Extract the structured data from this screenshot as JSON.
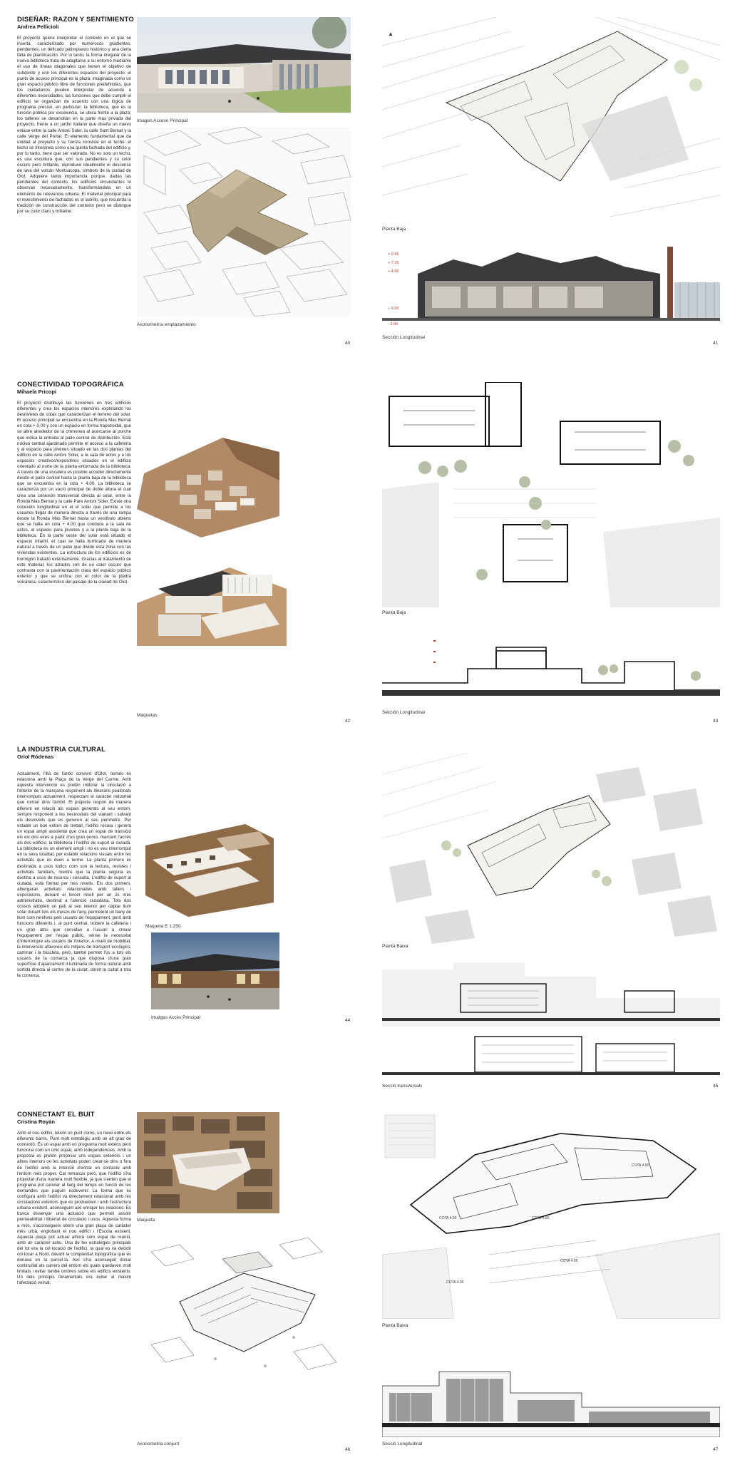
{
  "spreads": [
    {
      "left": {
        "title": "DISEÑAR: RAZON Y SENTIMIENTO",
        "author": "Andrea Pellicioli",
        "body": "El proyecto quiere interpretar el contexto en el que se inserta, caracterizado por numerosos gradientes, pendientes, un delicado palimpsesto histórico y una cierta falta de planificación. Por lo tanto, la forma irregular de la nueva biblioteca trata de adaptarse a su entorno mediante el uso de líneas diagonales que tienen el objetivo de subdividir y unir los diferentes espacios del proyecto: el punto de acceso principal es la plaza, imaginada como un gran espacio público libre de funciones predefinidas, que los ciudadanos pueden interpretar de acuerdo a diferentes necesidades; las funciones que debe cumplir el edificio se organizan de acuerdo con una lógica de programa preciso, en particular: la biblioteca, que es la función pública por excelencia, se ubica frente a la plaza; los talleres se desarrollan en la parte mas privada del proyecto, frente a un jardín italiano que diseña un nuevo enlace entre la calle Antoni Soler, la calle Sant Bernat y la calle Verge del Portal. El elemento fundamental que da unidad al proyecto y su fuerza consiste en el techo: el techo se interpreta como una quinta fachada del edificio y, por lo tanto, tiene que ser valorado. No es solo un techo, es una escultura que, con sus pendientes y su color oscuro pero brillante, reproduce idealmente el descenso de lava del volcán Montsacopa, símbolo de la ciudad de Olot. Adquiere tanta importancia porque, dadas las pendientes del contexto, los edificios circundantes lo observan necesariamente, transformándola en un elemento de relevancia urbana. El material principal para el revestimiento de fachadas es el ladrillo, que recuerda la tradición de construcción del contexto pero se distingue por su color claro y brillante.",
        "captions": [
          "Imagen Acceso Principal",
          "Axonometría emplazamiento"
        ],
        "page": "40"
      },
      "right": {
        "captions": [
          "Planta Baja",
          "Sección Longitudinal"
        ],
        "page": "41",
        "level_labels": [
          "+ 9.45",
          "+ 7.15",
          "+ 4.00",
          "+ 0.00",
          "- 3.00"
        ]
      }
    },
    {
      "left": {
        "title": "CONECTIVIDAD TOPOGRÁFICA",
        "author": "Mihaela  Pricopi",
        "body": "El proyecto distribuye las funciones en tres edificios diferentes y crea los espacios interiores explotando los desniveles de cotas que caracterizan el terreno del solar. El acceso principal se encuentra en la Ronda Mas Bernat en cota + 0.00 y con un espacio en forma trapezoidal, que se abre alrededor de la chimenea al acercarse al porche que indica la entrada al patio central de distribución. Este núcleo central ajardinado permite el acceso a la cafetería y al espacio para jóvenes situado en las dos plantas del edificio en la calle Antoni Soler, a la sala de actos y a los espacios creativos/expositivos situados en el edificio orientado al norte de la planta entornada de la biblioteca. A través de una escalera es posible acceder directamente desde el patio central hasta la planta baja de la biblioteca que se encuentra en la cota + 4.00. La biblioteca se caracteriza por un vacío principal de doble altura el cual crea una conexión transversal directa al solar, entre la Ronda Mas Bernat y la calle Pare Antoni Soler. Existe otra conexión longitudinal en el el solar que permite a los usuarios llegar de manera directa a través de una rampa desde la Ronda Mas Bernat hasta un vestíbulo abierto que se halla en cota + 4.00 que conduce a la sala de actos, al espacio para jóvenes y a la planta baja de la biblioteca. En la parte oeste del solar está situado el espacio infantil, el cual se halla iluminado de manera natural a través de un patio que divide esta zona con las viviendas existentes. La estructura de los edificios es de hormigón tratado externamente. Gracias al tratamiento de este material, los alzados son de un color oscuro que contrasta con la pavimentación clara del espacio público exterior y que se unifica con el color de la piedra volcánica, característico del paisaje de la ciudad de Olot.",
        "captions": [
          "Maquetas"
        ],
        "page": "42"
      },
      "right": {
        "captions": [
          "Planta Baja",
          "Sección Longitudinal"
        ],
        "page": "43"
      }
    },
    {
      "left": {
        "title": "LA INDUSTRIA CULTURAL",
        "author": "Oriol Ródenas",
        "body": "Actualment, l'illa de l'antic convent d'Olot, només es relaciona amb la Plaça de la Verge del Carme. Amb aquesta intervenció es pretén millorar la circulació a l'interior de la mançana responent als itineraris peatonals interromputs actualment, respectant el caràcter industrial que romàn dins l'àmbit. El projecte respon de manera diferent en relació als espais generats al seu entorn, sempre responent a les necessitats del vianant i salvant els desnivells que es generen al seu perímetre. Per establir un bon entorn de treball, l'edifici recula i genera un espai ampli assolellat que crea un espai de transició els eix dos exes a partir d'un gran porxo, marcant l'accés als dos edificis; la biblioteca i l'edifici de suport al ciutadà. La biblioteca és un element ampli i no es veu interromput en la seva totalitat, per establir relacions visuals entre les activitats que es duen a terme. La planta primera és destinada a usos lúdics com son la lectura, revistes i activitats familiars, mentre que la planta segona es destina a usos de recerca i consulta. L'edifici de suport al ciutadà, està format per tres nivells. Els dos primers, albergaran activitats relacionades amb tallers i exposicions, deixant el tercer nivell per un ús més administratiu, destinat a l'atenció ciutadana. Tots dos cossos adopten un pati al seu interior per captar llum solar durant tots els mesos de l'any, permetent un bany de llum com rerefons pels usuaris de l'equipament, però amb funcions diferents i, al punt central, trobem la cafeteria i un gran atrio que convidan a l'usuari a creuar l'equipament per l'espai públic, sense la necessitat d'interrompre els usuaris de l'interior. A nivell de mobilitat, la intervenció afavoreix els mitjans de transport ecològics; caminar i la bicicleta, però, també permet l'ús a tots els usuaris de la comarca ja que disposa d'una gran superfície d'aparcament il·luminada de forma natural amb sortida directa al centre de la ciutat, obrint la ciutat a tota la comarca.",
        "captions": [
          "Maqueta E 1:250",
          "Imatges Accés Principal"
        ],
        "page": "44"
      },
      "right": {
        "captions": [
          "Planta Baixa",
          "Secció  transversals"
        ],
        "page": "45"
      }
    },
    {
      "left": {
        "title": "CONNECTANT EL BUIT",
        "author": "Cristina Royán",
        "body": "Amb el nou edifici, teixim un punt comú, un nexe entre els diferents barris. Punt molt estratègic amb un alt grau de connexió. És un espai amb un programa molt extens però funciona com un únic espai, amb independències. Amb la proposta es pretén proposar uns espais exteriors i un altres interiors on les activitats poden crear-se dins o fora de l'edifici amb la intenció d'entrar en contacte amb l'entorn més proper. Cal remarcar però, que l'edifici s'ha projectat d'una manera molt flexible, ja que s'entén que el programa pot canviar al llarg del temps en funció de les demandes que puguin esdevenir. La forma que es configura amb l'edifici va directament relacionat amb les circulacions exteriors que es produeixen i amb l'estructura urbana existent, aconseguint així enriquir les relacions. Es busca dissenyar una actuació que permeti assolir permeabilitat i llibertat de circulació i usos. Aquesta forma a més, s'aconsegueix obrint una gran plaça de caràcter més urbà, englobant el nou edifici i l'Escola existent. Aquesta plaça pot actuar alhora com espai de reunió, amb un caràcter actiu. Una de les estratègies principals del tot era la col·locació de l'edifici, la qual es va decidir col·locar a Nord, davant la complexitat topogràfica que es donava en la parcel·la. Així s'ha aconseguit donar continuïtat als carrers del entorn els quals quedaven molt limitats i evitar també ombres sobre els edificis existents. Un dels principis fonamentals era evitar al màxim l'afectació veïnal.",
        "captions": [
          "Maqueta",
          "Axonometria conjunt"
        ],
        "page": "46"
      },
      "right": {
        "captions": [
          "Planta Baixa",
          "Secció Longitudinal"
        ],
        "page": "47",
        "cota_labels": [
          "COTA 4.50",
          "COTA 4.00",
          "COTA 4.50",
          "COTA 4.00",
          "COTA 4.00"
        ]
      }
    }
  ]
}
